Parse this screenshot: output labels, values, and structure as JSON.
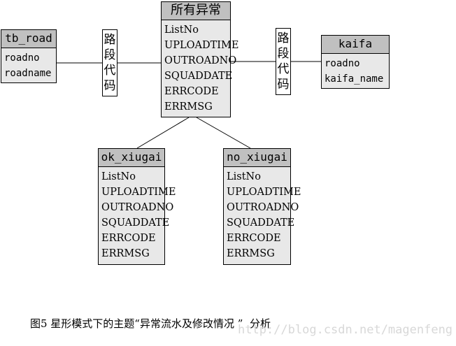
{
  "entities": {
    "center": {
      "title": "所有异常",
      "fields": [
        "ListNo",
        "UPLOADTIME",
        "OUTROADNO",
        "SQUADDATE",
        "ERRCODE",
        "ERRMSG"
      ]
    },
    "tb_road": {
      "title": "tb_road",
      "fields": [
        "roadno",
        "roadname"
      ]
    },
    "kaifa": {
      "title": "kaifa",
      "fields": [
        "roadno",
        "kaifa_name"
      ]
    },
    "ok_xiugai": {
      "title": "ok_xiugai",
      "fields": [
        "ListNo",
        "UPLOADTIME",
        "OUTROADNO",
        "SQUADDATE",
        "ERRCODE",
        "ERRMSG"
      ]
    },
    "no_xiugai": {
      "title": "no_xiugai",
      "fields": [
        "ListNo",
        "UPLOADTIME",
        "OUTROADNO",
        "SQUADDATE",
        "ERRCODE",
        "ERRMSG"
      ]
    }
  },
  "relations": {
    "left": {
      "chars": [
        "路",
        "段",
        "代",
        "码"
      ]
    },
    "right": {
      "chars": [
        "路",
        "段",
        "代",
        "码"
      ]
    }
  },
  "caption": "图5 星形模式下的主题“异常流水及修改情况 ”  分析",
  "watermark": "http://blog.csdn.net/magenfeng"
}
